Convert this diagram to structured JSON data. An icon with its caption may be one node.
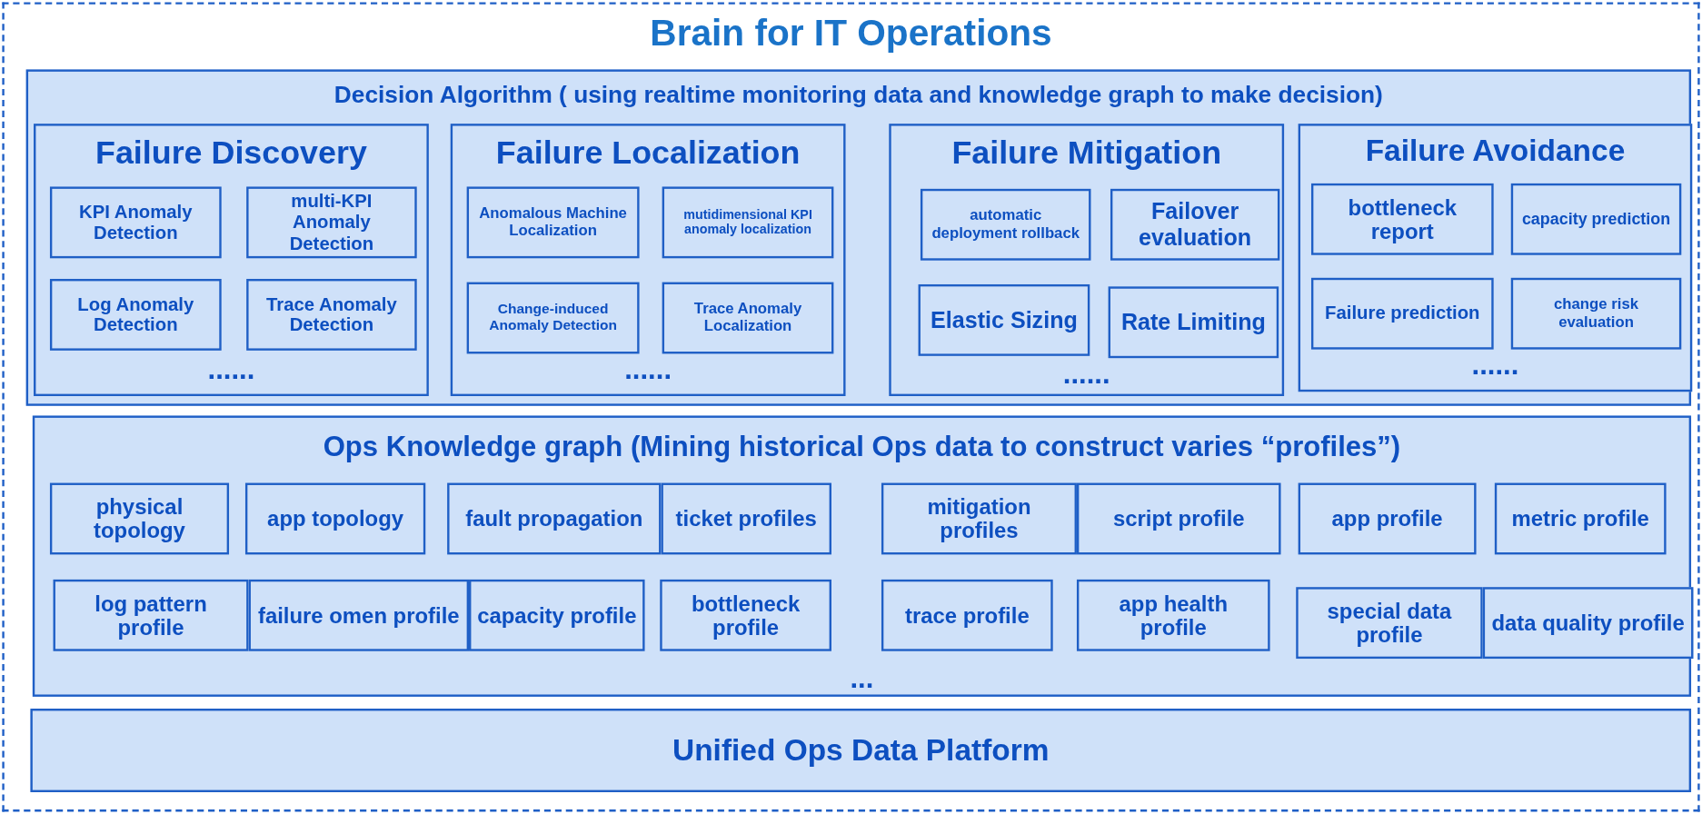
{
  "diagram": {
    "nodes": [
      {
        "text": [
          "Brain for IT Operations"
        ]
      },
      {
        "text": [
          "Decision Algorithm ( using realtime monitoring data and knowledge graph to make decision)"
        ],
        "in": 0
      },
      {
        "text": [
          "Failure Discovery",
          "......"
        ],
        "in": 1
      },
      {
        "text": [
          "KPI Anomaly Detection"
        ],
        "in": 2
      },
      {
        "text": [
          "multi-KPI Anomaly Detection"
        ],
        "in": 2
      },
      {
        "text": [
          "Log Anomaly Detection"
        ],
        "in": 2
      },
      {
        "text": [
          "Trace Anomaly Detection"
        ],
        "in": 2
      },
      {
        "text": [
          "Failure Localization",
          "......"
        ],
        "in": 1
      },
      {
        "text": [
          "Anomalous Machine Localization"
        ],
        "in": 7
      },
      {
        "text": [
          "mutidimensional KPI anomaly localization"
        ],
        "in": 7
      },
      {
        "text": [
          "Change-induced Anomaly Detection"
        ],
        "in": 7
      },
      {
        "text": [
          "Trace Anomaly Localization"
        ],
        "in": 7
      },
      {
        "text": [
          "Failure Mitigation",
          "......"
        ],
        "in": 1
      },
      {
        "text": [
          "automatic deployment rollback"
        ],
        "in": 12
      },
      {
        "text": [
          "Failover evaluation"
        ],
        "in": 12
      },
      {
        "text": [
          "Elastic Sizing"
        ],
        "in": 12
      },
      {
        "text": [
          "Rate Limiting"
        ],
        "in": 12
      },
      {
        "text": [
          "Failure Avoidance",
          "......"
        ],
        "in": 1
      },
      {
        "text": [
          "bottleneck report"
        ],
        "in": 17
      },
      {
        "text": [
          "capacity prediction"
        ],
        "in": 17
      },
      {
        "text": [
          "Failure prediction"
        ],
        "in": 17
      },
      {
        "text": [
          "change risk evaluation"
        ],
        "in": 17
      },
      {
        "text": [
          "Ops Knowledge graph (Mining historical Ops data to construct varies “profiles”)",
          "..."
        ],
        "in": 0
      },
      {
        "text": [
          "physical topology"
        ],
        "in": 22
      },
      {
        "text": [
          "app topology"
        ],
        "in": 22
      },
      {
        "text": [
          "fault propagation"
        ],
        "in": 22
      },
      {
        "text": [
          "ticket profiles"
        ],
        "in": 22
      },
      {
        "text": [
          "mitigation profiles"
        ],
        "in": 22
      },
      {
        "text": [
          "script profile"
        ],
        "in": 22
      },
      {
        "text": [
          "app profile"
        ],
        "in": 22
      },
      {
        "text": [
          "metric profile"
        ],
        "in": 22
      },
      {
        "text": [
          "log pattern profile"
        ],
        "in": 22
      },
      {
        "text": [
          "failure omen profile"
        ],
        "in": 22
      },
      {
        "text": [
          "capacity profile"
        ],
        "in": 22
      },
      {
        "text": [
          "bottleneck profile"
        ],
        "in": 22
      },
      {
        "text": [
          "trace profile"
        ],
        "in": 22
      },
      {
        "text": [
          "app health profile"
        ],
        "in": 22
      },
      {
        "text": [
          "special data profile"
        ],
        "in": 22
      },
      {
        "text": [
          "data quality profile"
        ],
        "in": 22
      },
      {
        "text": [
          "Unified Ops Data Platform"
        ],
        "in": 0
      }
    ]
  }
}
